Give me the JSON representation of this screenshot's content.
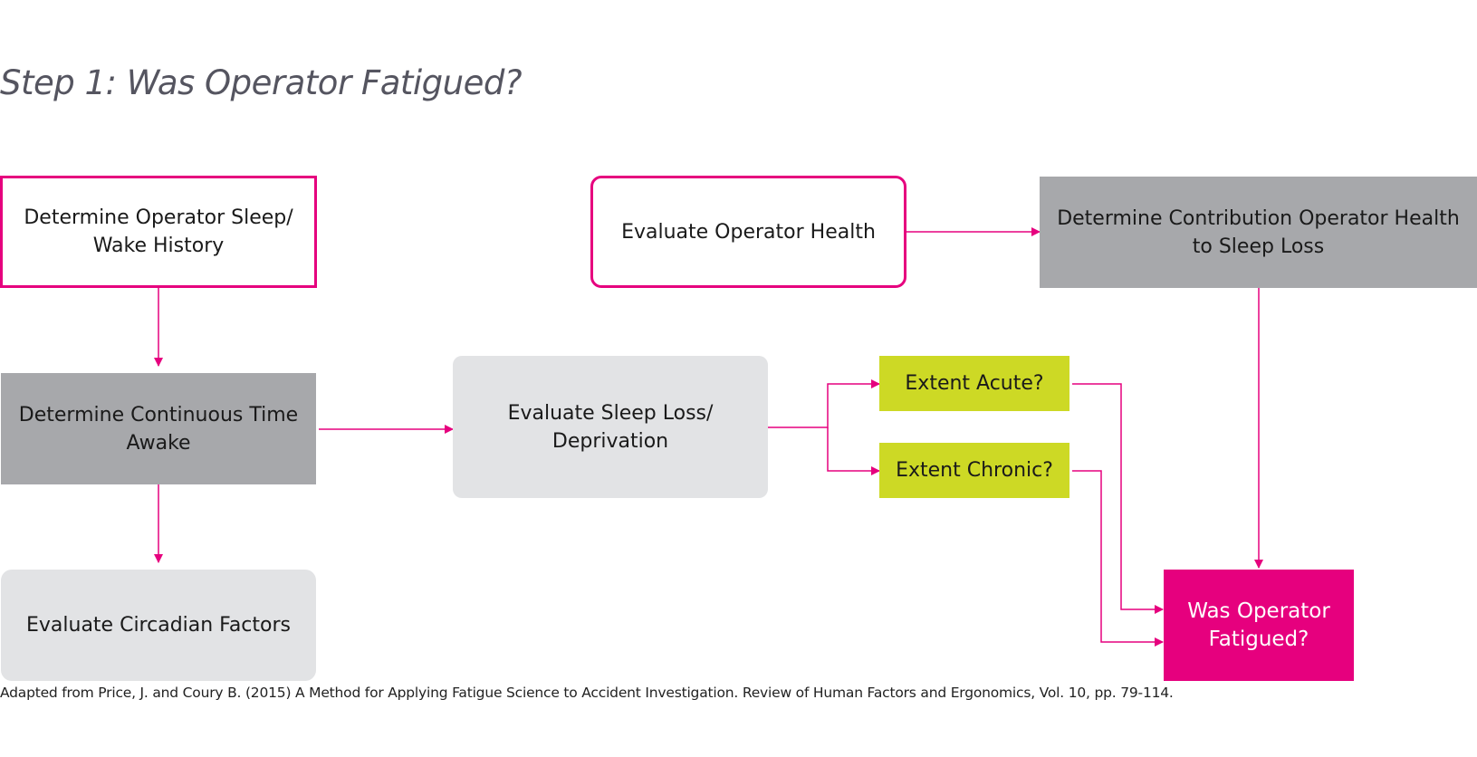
{
  "title": "Step 1: Was Operator Fatigued?",
  "nodes": {
    "sleep_wake_history": "Determine Operator Sleep/ Wake History",
    "continuous_time_awake": "Determine Continuous Time Awake",
    "circadian_factors": "Evaluate Circadian Factors",
    "operator_health": "Evaluate Operator Health",
    "health_contribution": "Determine Contribution Operator Health to Sleep Loss",
    "sleep_loss": "Evaluate Sleep Loss/ Deprivation",
    "extent_acute": "Extent Acute?",
    "extent_chronic": "Extent Chronic?",
    "was_fatigued": "Was Operator Fatigued?"
  },
  "footnote": "Adapted from Price, J. and Coury B. (2015) A Method for Applying Fatigue Science to Accident Investigation. Review of Human Factors and Ergonomics, Vol. 10, pp. 79-114.",
  "colors": {
    "accent_magenta": "#e6007e",
    "grey_dark": "#a7a8ab",
    "grey_light": "#e2e3e5",
    "lime": "#cdd925",
    "title_grey": "#555560"
  }
}
